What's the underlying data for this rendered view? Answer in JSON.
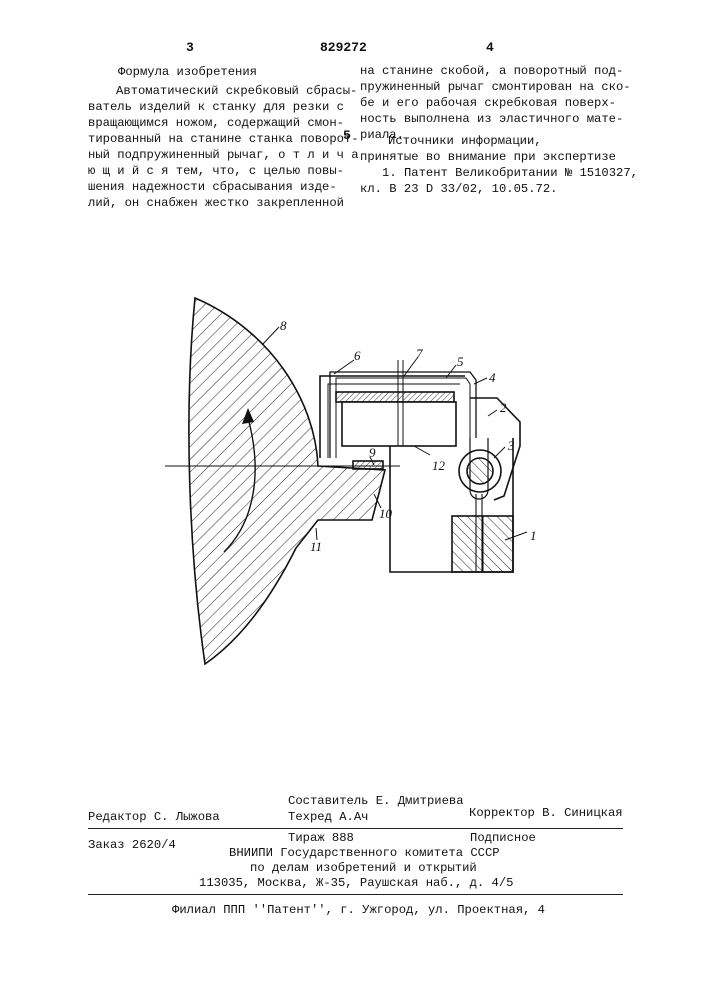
{
  "header": {
    "page_left": "3",
    "patent_number": "829272",
    "page_right": "4",
    "margin_line_number": "5"
  },
  "claims": {
    "title": "Формула изобретения",
    "left_lines": [
      "Автоматический скребковый сбрасы-",
      "ватель изделий к станку для резки с",
      "вращающимся ножом, содержащий смон-",
      "тированный на станине станка поворот-",
      "ный подпружиненный рычаг, о т л и ч а",
      "ю щ и й с я тем, что, с целью повы-",
      "шения надежности сбрасывания изде-",
      "лий, он снабжен жестко закрепленной"
    ],
    "right_lines": [
      "на станине скобой, а поворотный под-",
      "пружиненный рычаг смонтирован на ско-",
      "бе и его рабочая скребковая поверх-",
      "ность выполнена из эластичного мате-",
      "риала."
    ]
  },
  "sources": {
    "title_line1": "Источники информации,",
    "title_line2": "принятые во внимание при экспертизе",
    "ref_line1": "1. Патент Великобритании № 1510327,",
    "ref_line2": "кл. В 23 D 33/02, 10.05.72."
  },
  "drawing_labels": [
    "1",
    "2",
    "3",
    "4",
    "5",
    "6",
    "7",
    "8",
    "9",
    "10",
    "11",
    "12"
  ],
  "footer": {
    "compiler": "Составитель Е. Дмитриева",
    "editor": "Редактор С. Лыжова",
    "techred": "Техред А.Ач",
    "corrector": "Корректор В. Синицкая",
    "order": "Заказ 2620/4",
    "circulation": "Тираж 888",
    "subscription": "Подписное",
    "org_line1": "ВНИИПИ Государственного комитета СССР",
    "org_line2": "по делам изобретений и открытий",
    "address": "113035, Москва, Ж-35, Раушская наб., д. 4/5",
    "branch": "Филиал ППП ''Патент'', г. Ужгород, ул. Проектная, 4"
  }
}
